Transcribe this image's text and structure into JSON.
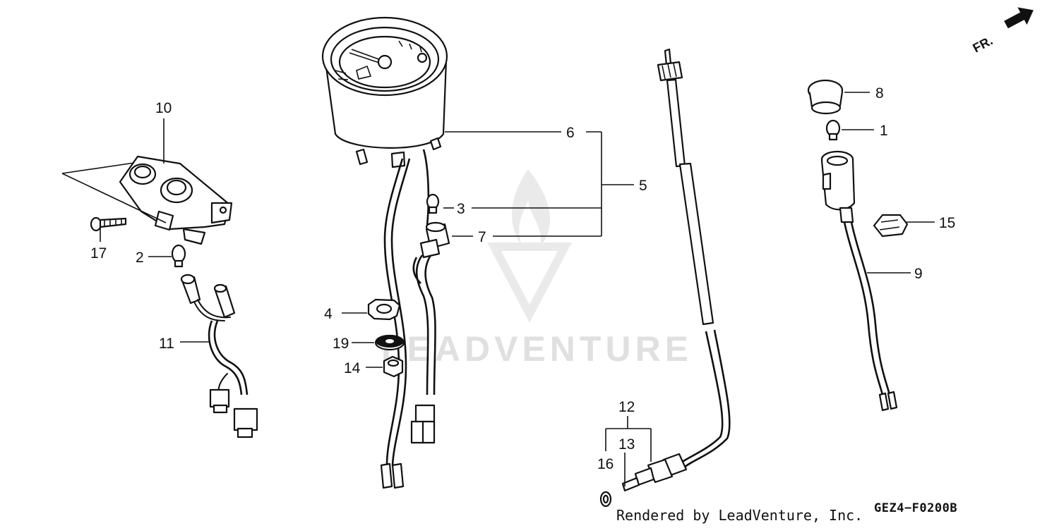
{
  "diagram": {
    "callouts": {
      "c1": "1",
      "c2": "2",
      "c3": "3",
      "c4": "4",
      "c5": "5",
      "c6": "6",
      "c7": "7",
      "c8": "8",
      "c9": "9",
      "c10": "10",
      "c11": "11",
      "c12": "12",
      "c13": "13",
      "c14": "14",
      "c15": "15",
      "c16": "16",
      "c17": "17",
      "c19": "19"
    },
    "direction_label": "FR.",
    "diagram_code": "GEZ4−F0200B",
    "render_credit": "Rendered by LeadVenture, Inc.",
    "watermark": "LEADVENTURE",
    "icons": {
      "direction": "forward-arrow-icon",
      "watermark_logo": "leadventure-flame-logo"
    },
    "colors": {
      "ink": "#111111",
      "watermark": "#d6d6d6",
      "background": "#ffffff"
    }
  }
}
